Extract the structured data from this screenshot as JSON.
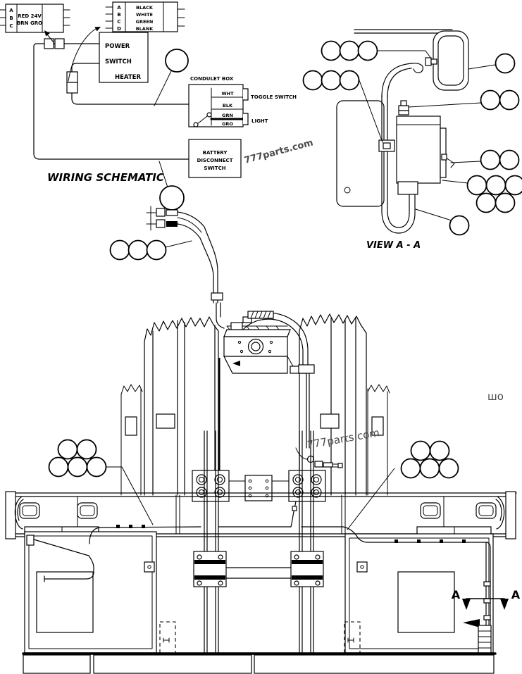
{
  "diagram": {
    "schematic": {
      "title": "WIRING SCHEMATIC",
      "connector_left": {
        "pin_a": "A",
        "pin_b": "B",
        "pin_c": "C",
        "label_line1": "RED 24V",
        "label_line2": "BRN GRO"
      },
      "connector_top": {
        "pin_a": "A",
        "pin_b": "B",
        "pin_c": "C",
        "pin_d": "D",
        "wire1": "BLACK",
        "wire2": "WHITE",
        "wire3": "GREEN",
        "wire4": "BLANK"
      },
      "power_switch": {
        "line1": "POWER",
        "line2": "SWITCH",
        "line3": "HEATER"
      },
      "condulet": {
        "title": "CONDULET BOX",
        "wire1": "WHT",
        "wire2": "BLK",
        "wire3": "GRN",
        "wire4": "GRO",
        "toggle_label": "TOGGLE SWITCH",
        "light_label": "LIGHT"
      },
      "battery": {
        "line1": "BATTERY",
        "line2": "DISCONNECT",
        "line3": "SWITCH"
      }
    },
    "view_aa": {
      "caption": "VIEW A - A"
    },
    "section_markers": {
      "left": "A",
      "right": "A"
    },
    "watermark": {
      "text": "777parts.com",
      "partial": "шо"
    },
    "colors": {
      "line": "#000000",
      "background": "#ffffff",
      "watermark": "#4a4a4a"
    }
  }
}
